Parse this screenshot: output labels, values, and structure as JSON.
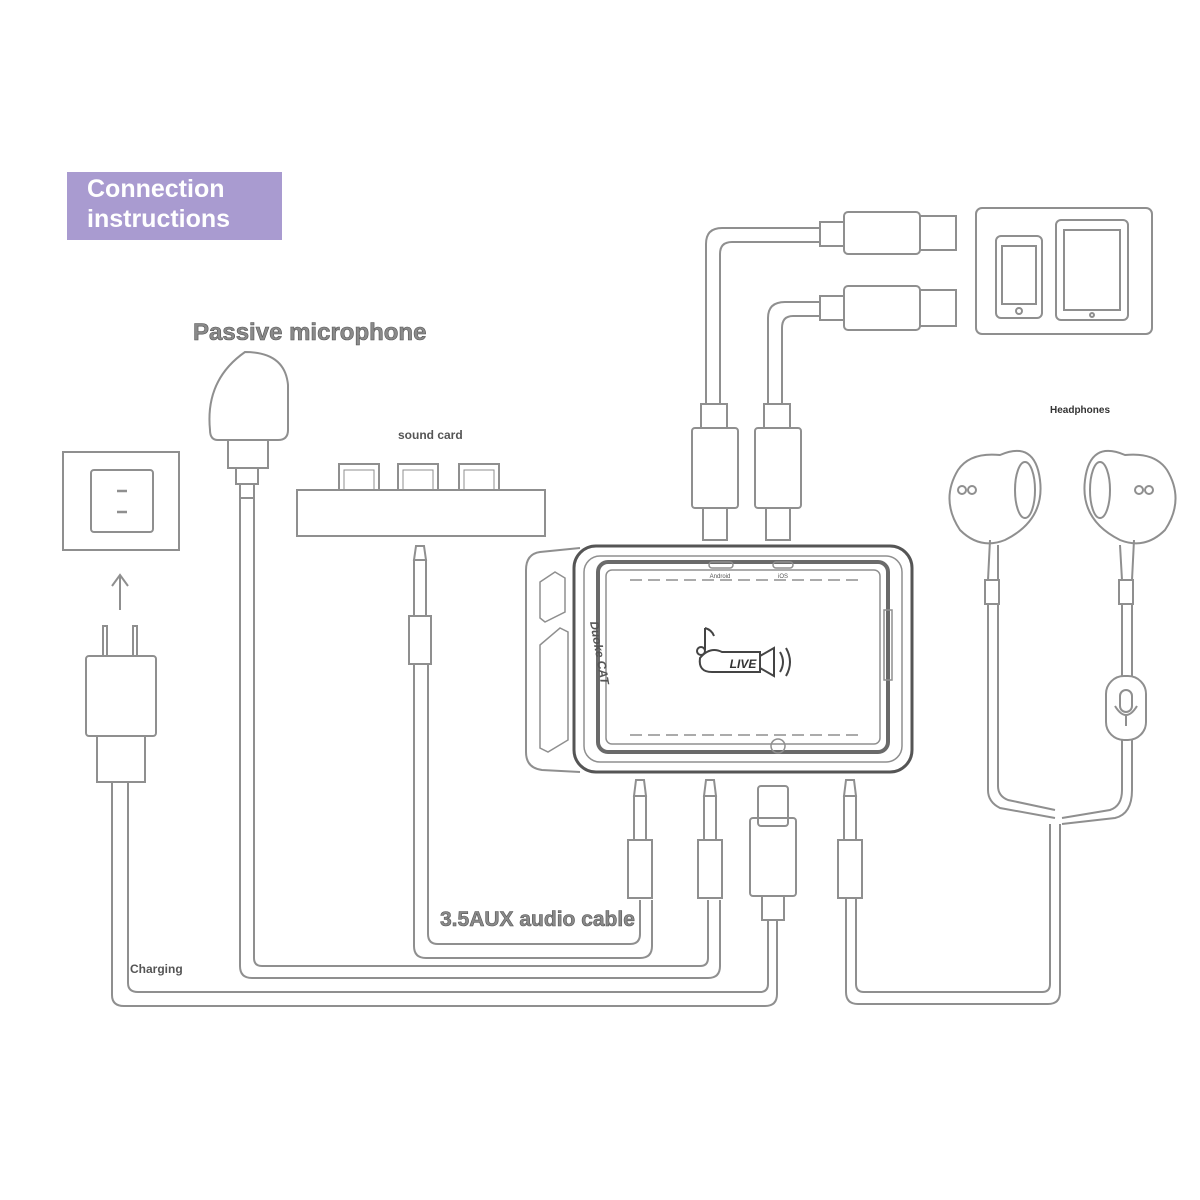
{
  "title": {
    "line1": "Connection",
    "line2": "instructions"
  },
  "labels": {
    "mic": "Passive microphone",
    "sound_card": "sound card",
    "headphones": "Headphones",
    "aux": "3.5AUX audio cable",
    "charging": "Charging"
  },
  "device": {
    "brand": "Duoke CAT",
    "logo": "LIVE",
    "top_ports": [
      "Android",
      "iOS"
    ]
  },
  "colors": {
    "title_bg": "#a99bd0",
    "line": "#8f8f8f",
    "stroke_dark": "#555555"
  },
  "icons": [
    "power-outlet-icon",
    "power-plug-icon",
    "microphone-icon",
    "phone-icon",
    "tablet-icon",
    "earbud-icon",
    "inline-mic-icon",
    "arrow-up-icon"
  ]
}
